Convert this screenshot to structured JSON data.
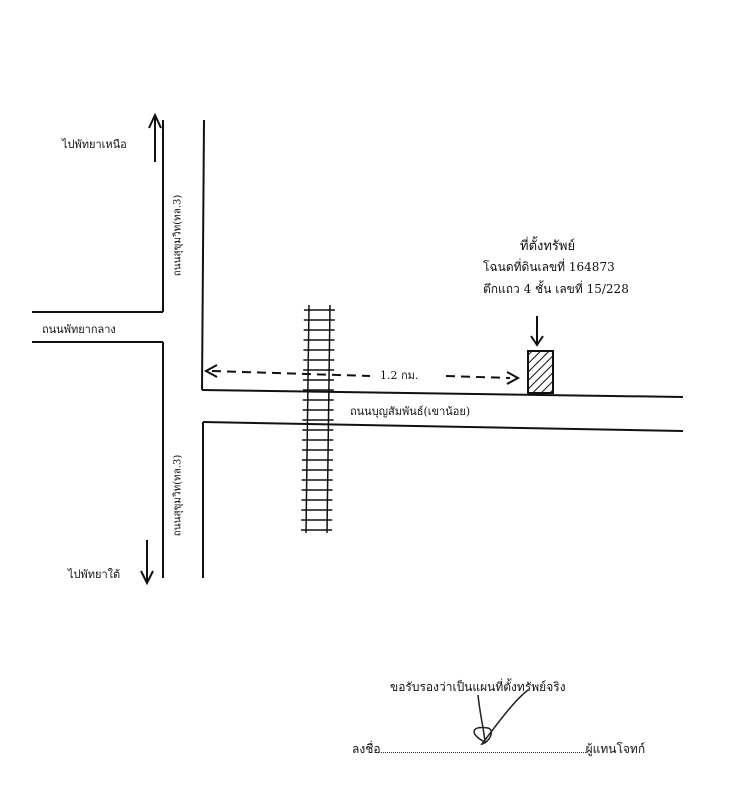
{
  "labels": {
    "north": "ไปพัทยาเหนือ",
    "south": "ไปพัทยาใต้",
    "pattaya_klang": "ถนนพัทยากลาง",
    "sukhumvit_top": "ถนนสุขุมวิท(ทล.3)",
    "sukhumvit_bottom": "ถนนสุขุมวิท(ทล.3)",
    "bunsamphan": "ถนนบุญสัมพันธ์(เขาน้อย)",
    "distance": "1.2 กม."
  },
  "property": {
    "line1": "ที่ตั้งทรัพย์",
    "line2": "โฉนดที่ดินเลขที่ 164873",
    "line3": "ตึกแถว 4 ชั้น เลขที่ 15/228"
  },
  "footer": {
    "certify": "ขอรับรองว่าเป็นแผนที่ตั้งทรัพย์จริง",
    "sign_prefix": "ลงชื่อ",
    "sign_suffix": "ผู้แทนโจทก์"
  }
}
